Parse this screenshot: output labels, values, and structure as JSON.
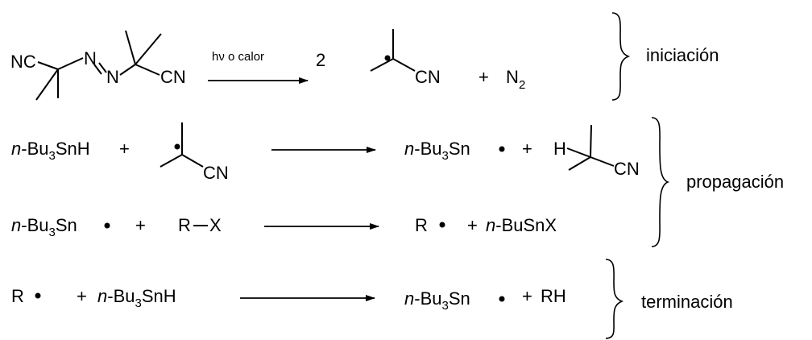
{
  "initiation": {
    "reagent": {
      "left_group": "NC",
      "azo_n1": "N",
      "azo_n2": "N",
      "right_group": "CN"
    },
    "condition": "hν o calor",
    "coefficient": "2",
    "radical_group": "CN",
    "plus": "+",
    "n2_letter": "N",
    "n2_sub": "2",
    "label": "iniciación"
  },
  "propagation": {
    "step1": {
      "reagent_prefix": "n",
      "reagent_main": "-Bu",
      "reagent_sub": "3",
      "reagent_tail": "SnH",
      "plus": "+",
      "radical_group": "CN",
      "product_prefix": "n",
      "product_main": "-Bu",
      "product_sub": "3",
      "product_tail": "Sn",
      "plus2": "+",
      "h_atom": "H",
      "product_group": "CN"
    },
    "step2": {
      "reagent_prefix": "n",
      "reagent_main": "-Bu",
      "reagent_sub": "3",
      "reagent_tail": "Sn",
      "plus": "+",
      "rx_r": "R",
      "rx_x": "X",
      "product_r": "R",
      "plus2": "+",
      "product_prefix": "n",
      "product_tail": "-BuSnX"
    },
    "label": "propagación"
  },
  "termination": {
    "r": "R",
    "plus": "+",
    "reagent_prefix": "n",
    "reagent_main": "-Bu",
    "reagent_sub": "3",
    "reagent_tail": "SnH",
    "product_prefix": "n",
    "product_main": "-Bu",
    "product_sub": "3",
    "product_tail": "Sn",
    "plus2": "+",
    "product2": "RH",
    "label": "terminación"
  }
}
